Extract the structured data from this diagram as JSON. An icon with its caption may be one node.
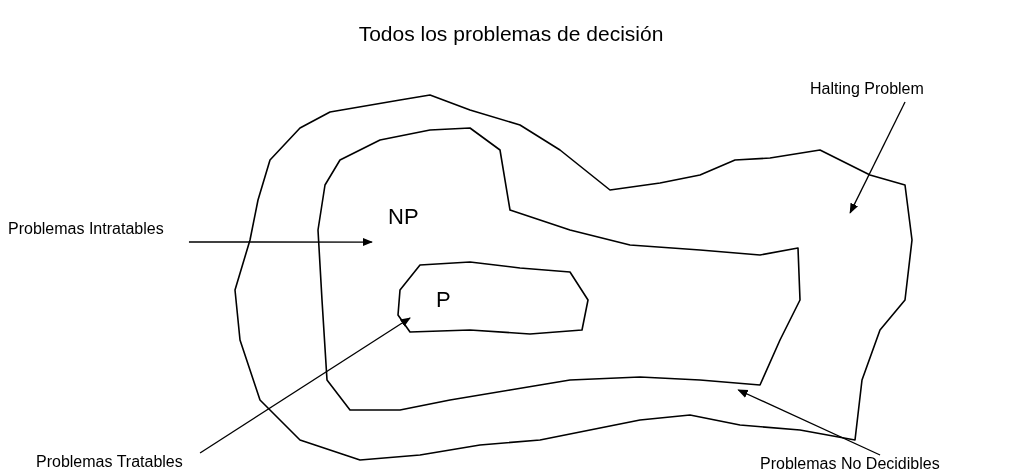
{
  "diagram": {
    "title": "Todos los problemas de decisión",
    "nodes": [
      {
        "text": [],
        "shape": "cloud"
      },
      {
        "text": [
          "NP"
        ],
        "in": 0
      },
      {
        "text": [
          "P"
        ],
        "in": 1
      },
      {
        "text": [
          "Halting Problem"
        ]
      },
      {
        "text": [
          "Problemas Intratables"
        ]
      },
      {
        "text": [
          "Problemas Tratables"
        ]
      },
      {
        "text": [
          "Problemas No Decidibles"
        ]
      }
    ],
    "edges": [
      {
        "from": 3,
        "to": 0,
        "arrow": "to"
      },
      {
        "from": 4,
        "to": 1,
        "arrow": "to"
      },
      {
        "from": 5,
        "to": 2,
        "arrow": "to"
      },
      {
        "from": 6,
        "to": 0,
        "arrow": "to"
      }
    ]
  }
}
